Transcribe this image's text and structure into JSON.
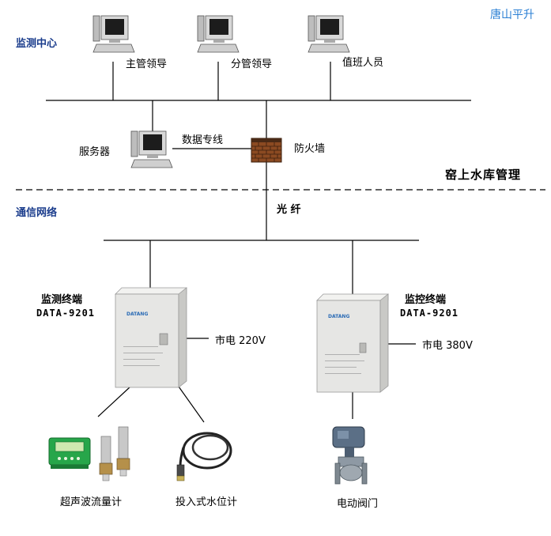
{
  "brand": "唐山平升",
  "sections": {
    "monitoring_center": "监测中心",
    "comm_network": "通信网络"
  },
  "reservoir_title": "窑上水库管理",
  "workstations": [
    {
      "label": "主管领导"
    },
    {
      "label": "分管领导"
    },
    {
      "label": "值班人员"
    }
  ],
  "server": {
    "label": "服务器"
  },
  "dedicated_line": {
    "label": "数据专线"
  },
  "firewall": {
    "label": "防火墙"
  },
  "fiber": {
    "label": "光 纤"
  },
  "terminals": [
    {
      "title": "监测终端",
      "model": "DATA-9201",
      "power": "市电 220V",
      "cabinet_brand": "DATANG"
    },
    {
      "title": "监控终端",
      "model": "DATA-9201",
      "power": "市电 380V",
      "cabinet_brand": "DATANG"
    }
  ],
  "devices": [
    {
      "label": "超声波流量计"
    },
    {
      "label": "投入式水位计"
    },
    {
      "label": "电动阀门"
    }
  ],
  "colors": {
    "line": "#000000",
    "cabinet": "#e6e6e4",
    "section_text": "#1a3c8c",
    "brand_text": "#2a7fd4",
    "firewall": "#8b4a22"
  }
}
